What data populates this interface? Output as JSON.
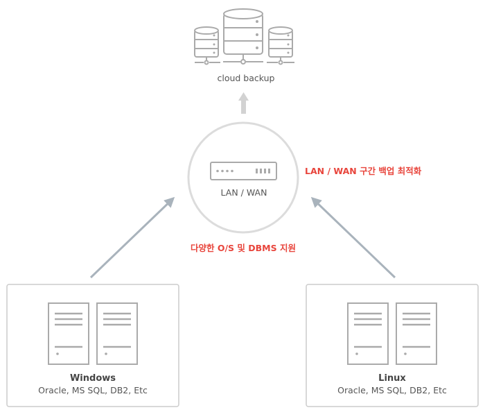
{
  "cloud": {
    "label": "cloud backup",
    "icon": "database-cluster-icon"
  },
  "network": {
    "label": "LAN / WAN",
    "icon": "network-switch-icon"
  },
  "annotations": {
    "wan_optimization": "LAN / WAN 구간 백업 최적화",
    "os_support": "다양한 O/S 및 DBMS 지원"
  },
  "windows": {
    "title": "Windows",
    "subtitle": "Oracle, MS SQL, DB2, Etc",
    "icon": "server-rack-icon"
  },
  "linux": {
    "title": "Linux",
    "subtitle": "Oracle, MS SQL, DB2, Etc",
    "icon": "server-rack-icon"
  },
  "colors": {
    "accent_red": "#e8453c",
    "arrow": "#a9b3bc",
    "stroke": "#aaaaaa",
    "box_border": "#cccccc"
  }
}
